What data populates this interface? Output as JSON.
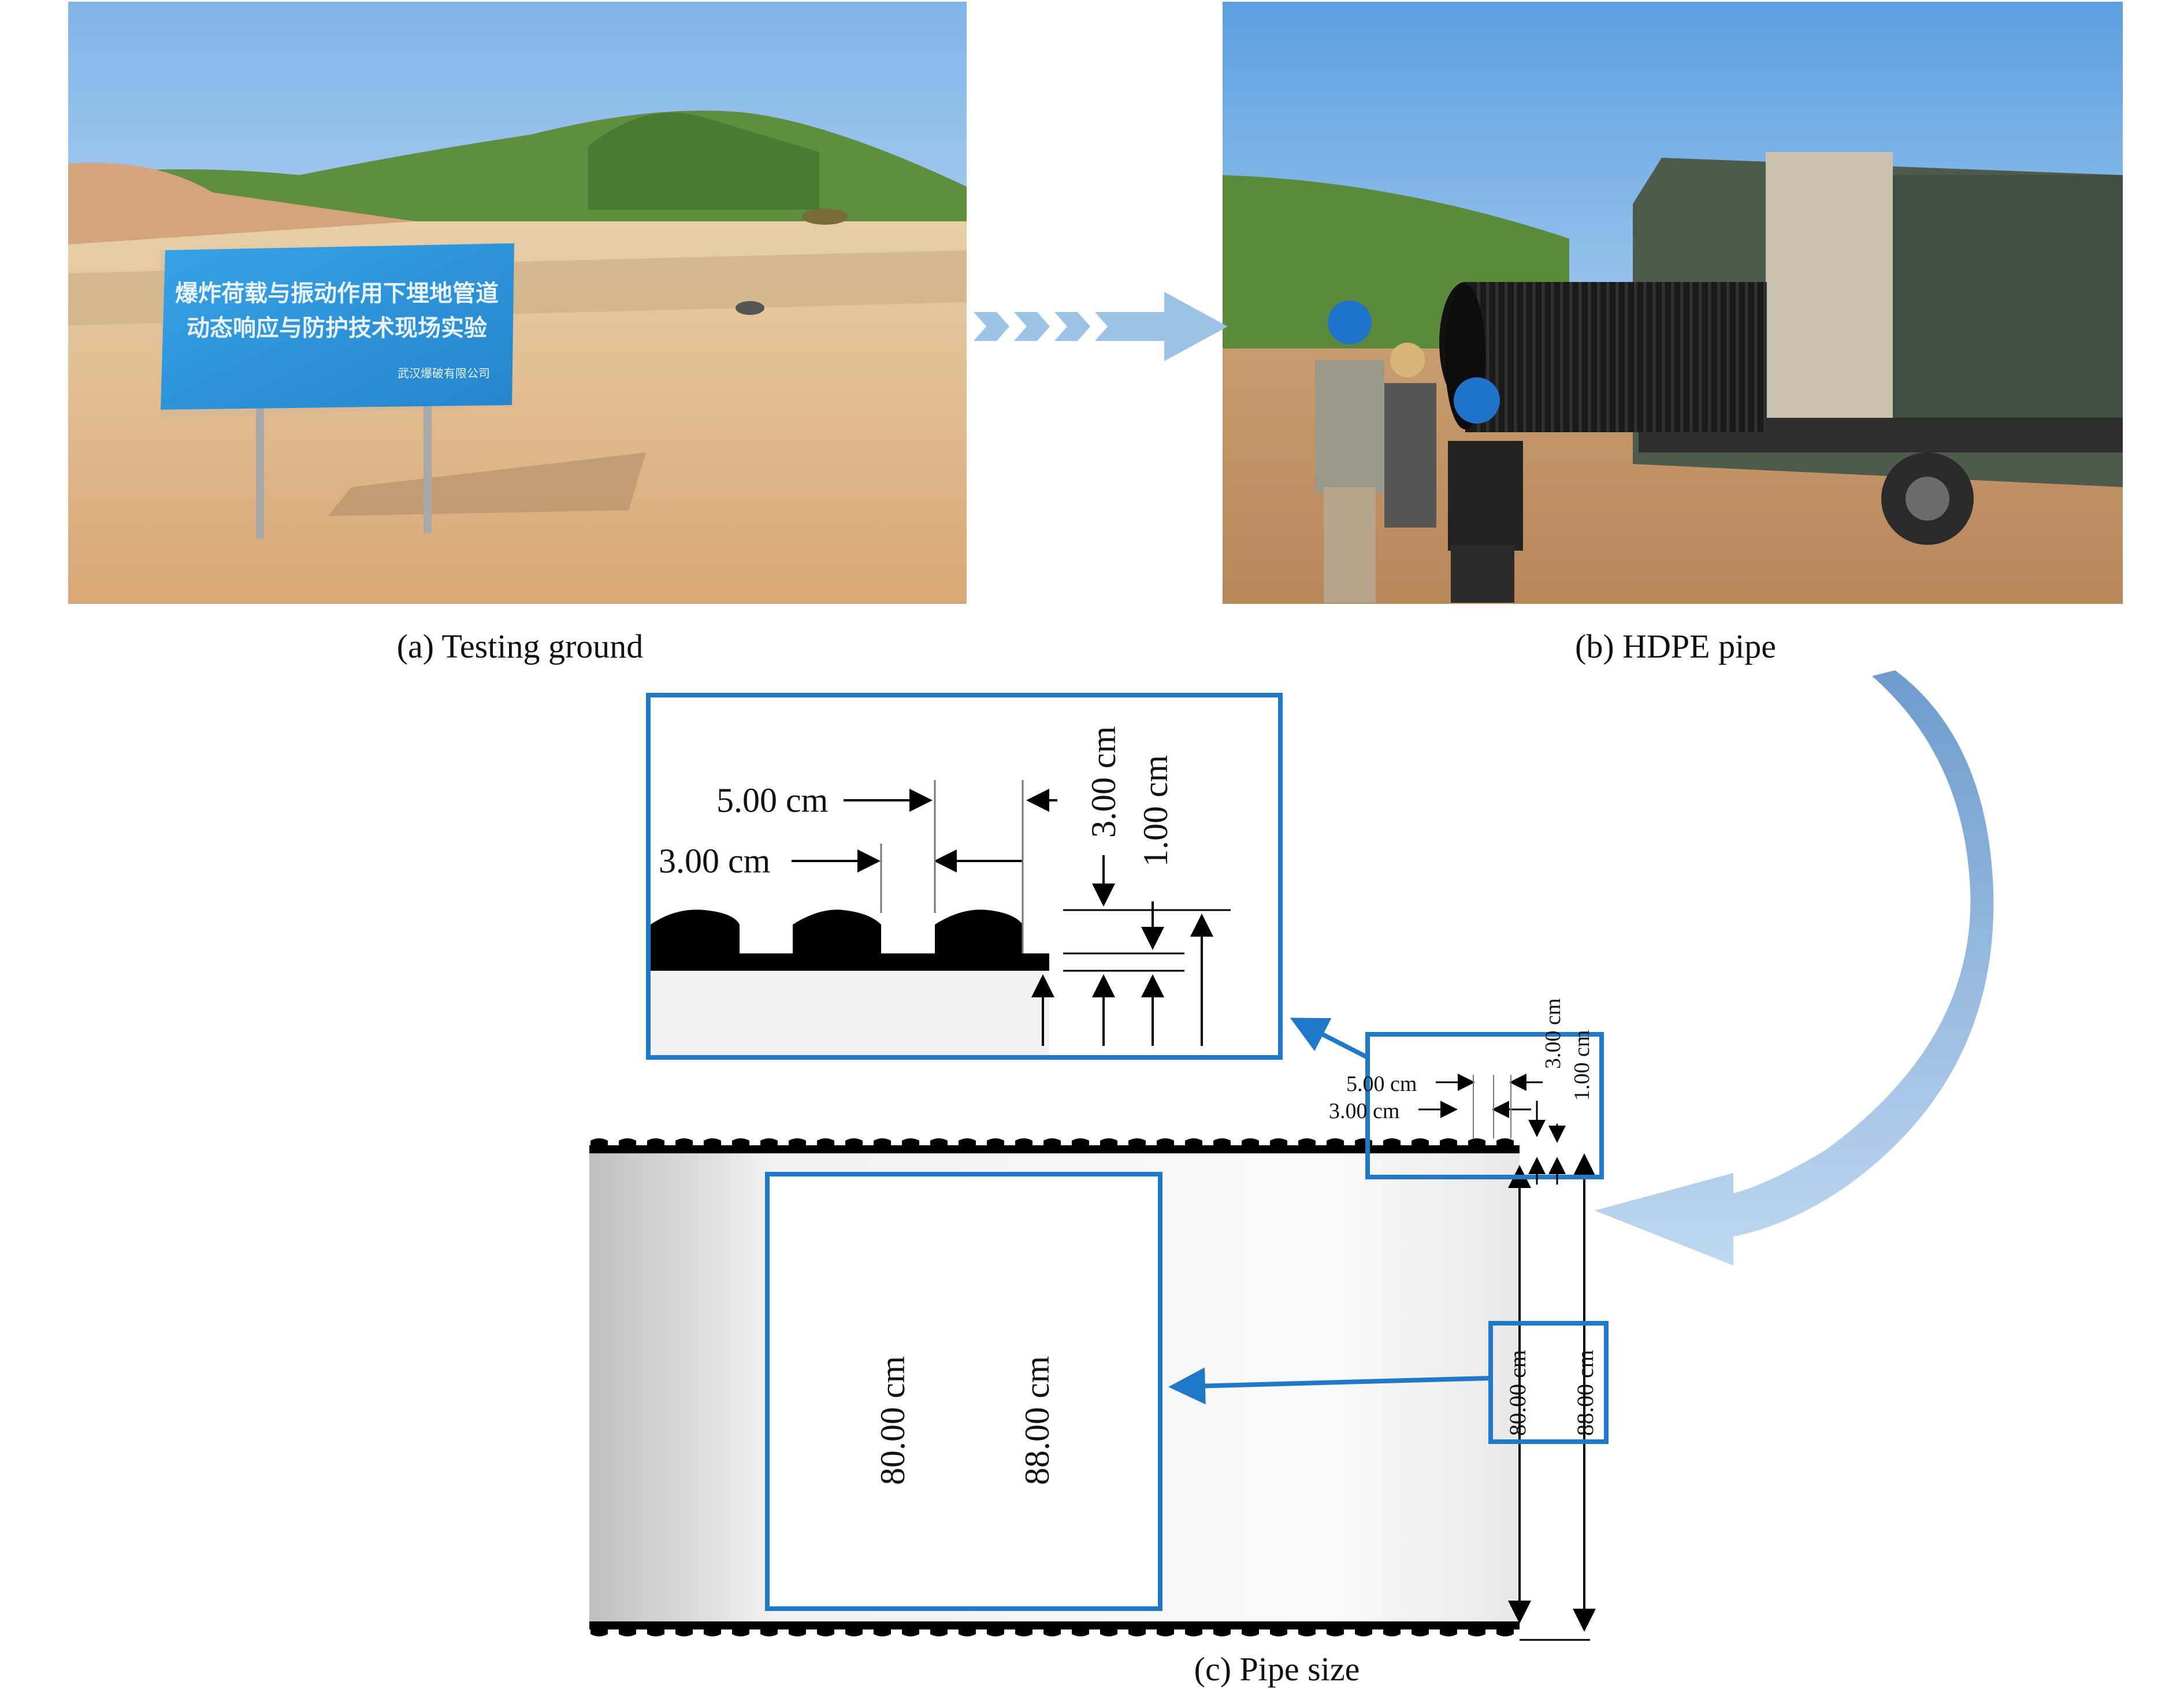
{
  "figure": {
    "captions": {
      "a": "(a) Testing ground",
      "b": "(b) HDPE pipe",
      "c": "(c) Pipe size"
    },
    "sign": {
      "line1": "爆炸荷载与振动作用下埋地管道",
      "line2": "动态响应与防护技术现场实验",
      "org": "武汉爆破有限公司"
    },
    "dimensions": {
      "rib_pitch": "5.00 cm",
      "rib_width": "3.00 cm",
      "rib_height": "3.00 cm",
      "wall": "1.00 cm",
      "inner_diameter": "80.00 cm",
      "outer_diameter": "88.00 cm"
    },
    "colors": {
      "callout_blue": "#1f78c8",
      "arrow_blue": "#9cc3e6",
      "curve_blue": "#7ea9d6",
      "sign_blue": "#2a8fd6"
    }
  }
}
